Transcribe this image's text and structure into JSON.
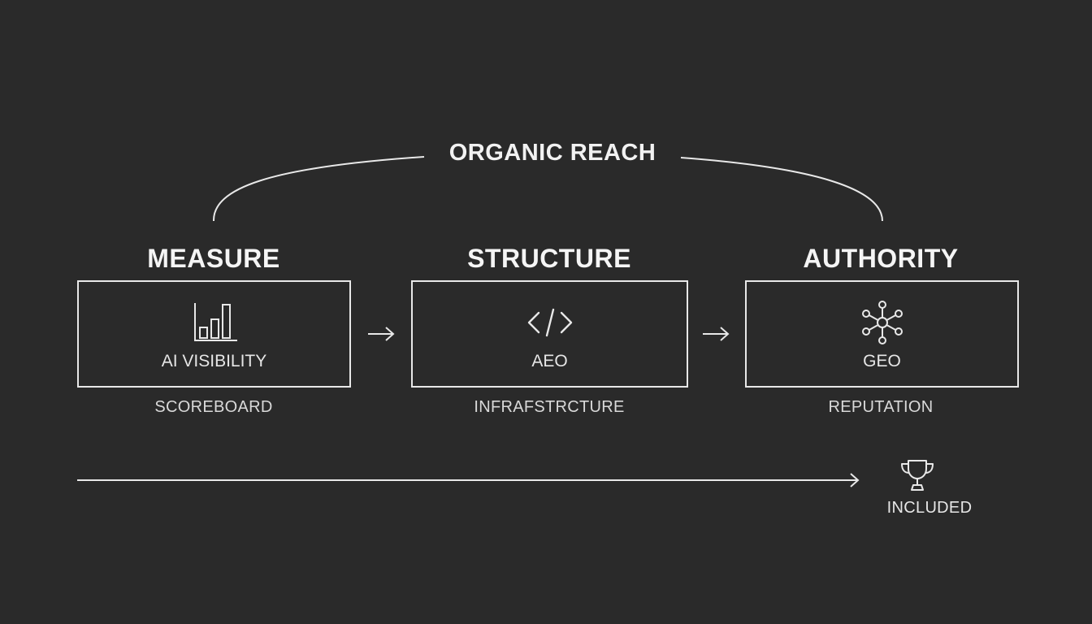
{
  "top_label": "ORGANIC REACH",
  "stages": [
    {
      "heading": "MEASURE",
      "box_label": "AI VISIBILITY",
      "caption": "SCOREBOARD",
      "icon": "bar-chart-icon"
    },
    {
      "heading": "STRUCTURE",
      "box_label": "AEO",
      "caption": "INFRAFSTRCTURE",
      "icon": "code-icon"
    },
    {
      "heading": "AUTHORITY",
      "box_label": "GEO",
      "caption": "REPUTATION",
      "icon": "network-icon"
    }
  ],
  "outcome": {
    "label": "INCLUDED",
    "icon": "trophy-icon"
  },
  "colors": {
    "background": "#2a2a2a",
    "foreground": "#ffffff"
  }
}
